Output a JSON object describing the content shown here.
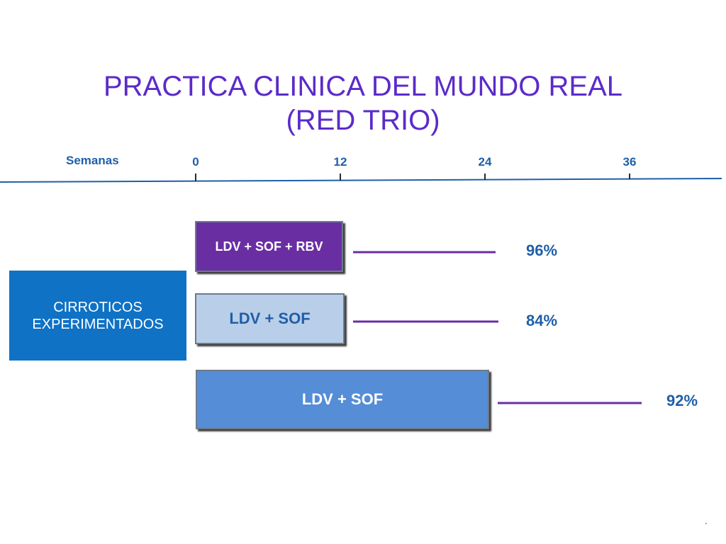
{
  "title": {
    "line1": "PRACTICA CLINICA DEL MUNDO REAL",
    "line2": "(RED TRIO)"
  },
  "axis": {
    "label": "Semanas",
    "ticks": [
      "0",
      "12",
      "24",
      "36"
    ]
  },
  "group_label": {
    "line1": "CIRROTICOS",
    "line2": "EXPERIMENTADOS"
  },
  "regimens": [
    {
      "label": "LDV + SOF + RBV",
      "weeks": 12,
      "result": "96%"
    },
    {
      "label": "LDV + SOF",
      "weeks": 12,
      "result": "84%"
    },
    {
      "label": "LDV + SOF",
      "weeks": 24,
      "result": "92%"
    }
  ],
  "footer_mark": ".",
  "colors": {
    "title": "#5b2bc9",
    "axis_text": "#1f5fa8",
    "group_box": "#0f72c5",
    "bar_rbv": "#6a2ea3",
    "bar_12w": "#b9cee8",
    "bar_24w": "#558dd7",
    "connector": "#6a2ea3"
  }
}
